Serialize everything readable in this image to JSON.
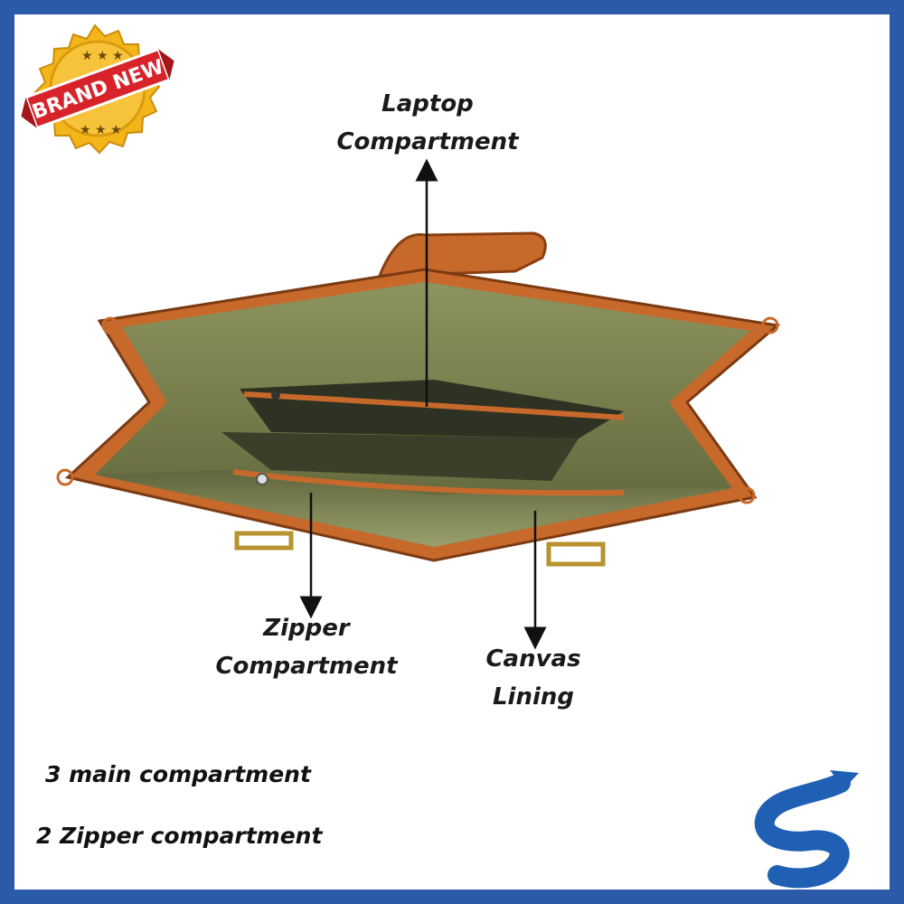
{
  "badge": {
    "text": "BRAND NEW"
  },
  "callouts": {
    "laptop": [
      "Laptop",
      "Compartment"
    ],
    "zipper": [
      "Zipper",
      "Compartment"
    ],
    "canvas": [
      "Canvas",
      "Lining"
    ]
  },
  "notes": [
    "3 main compartment",
    "2 Zipper compartment"
  ],
  "colors": {
    "frame": "#2a5aa8",
    "leather": "#c8692c",
    "canvas": "#7d8450",
    "badge_gold": "#f4b51a",
    "ribbon_red": "#d8232a",
    "logo_blue": "#1f5fb4"
  },
  "icons": {
    "badge": "brand-new-seal-icon",
    "logo": "brand-s-logo-icon"
  }
}
